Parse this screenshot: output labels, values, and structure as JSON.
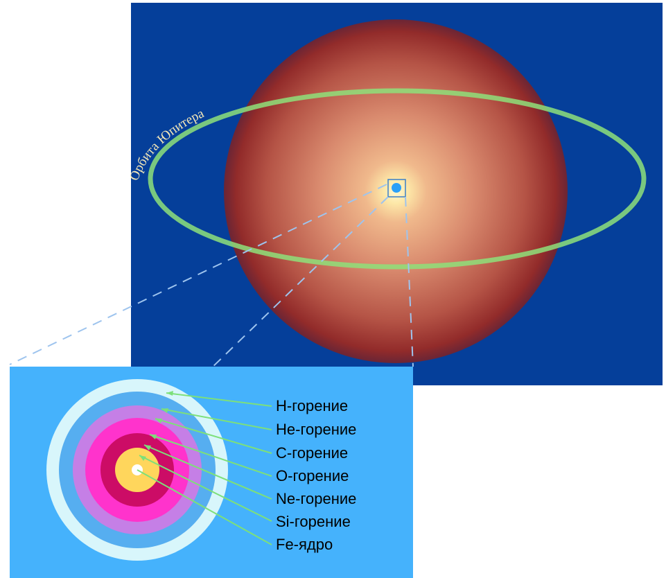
{
  "orbit_label": "Орбита Юпитера",
  "shells": [
    {
      "key": "h",
      "label": "Н-горение",
      "color": "#d8f6fb"
    },
    {
      "key": "he",
      "label": "Не-горение",
      "color": "#56aef0"
    },
    {
      "key": "c",
      "label": "С-горение",
      "color": "#c57fe6"
    },
    {
      "key": "o",
      "label": "О-горение",
      "color": "#ff33cc"
    },
    {
      "key": "ne",
      "label": "Ne-горение",
      "color": "#cc0c66"
    },
    {
      "key": "si",
      "label": "Si-горение",
      "color": "#ffd65c"
    },
    {
      "key": "fe",
      "label": "Fe-ядро",
      "color": "#ffffff"
    }
  ],
  "colors": {
    "space_background": "#053f9a",
    "inset_background": "#45b2fc",
    "star_glow_outer": "#8a1f22",
    "star_glow_inner": "#fff6c8",
    "orbit": "#8ee07a",
    "pointer_lines": "#7de07a",
    "zoom_lines": "#9ec4ee",
    "center_dot": "#2aa0f8"
  }
}
